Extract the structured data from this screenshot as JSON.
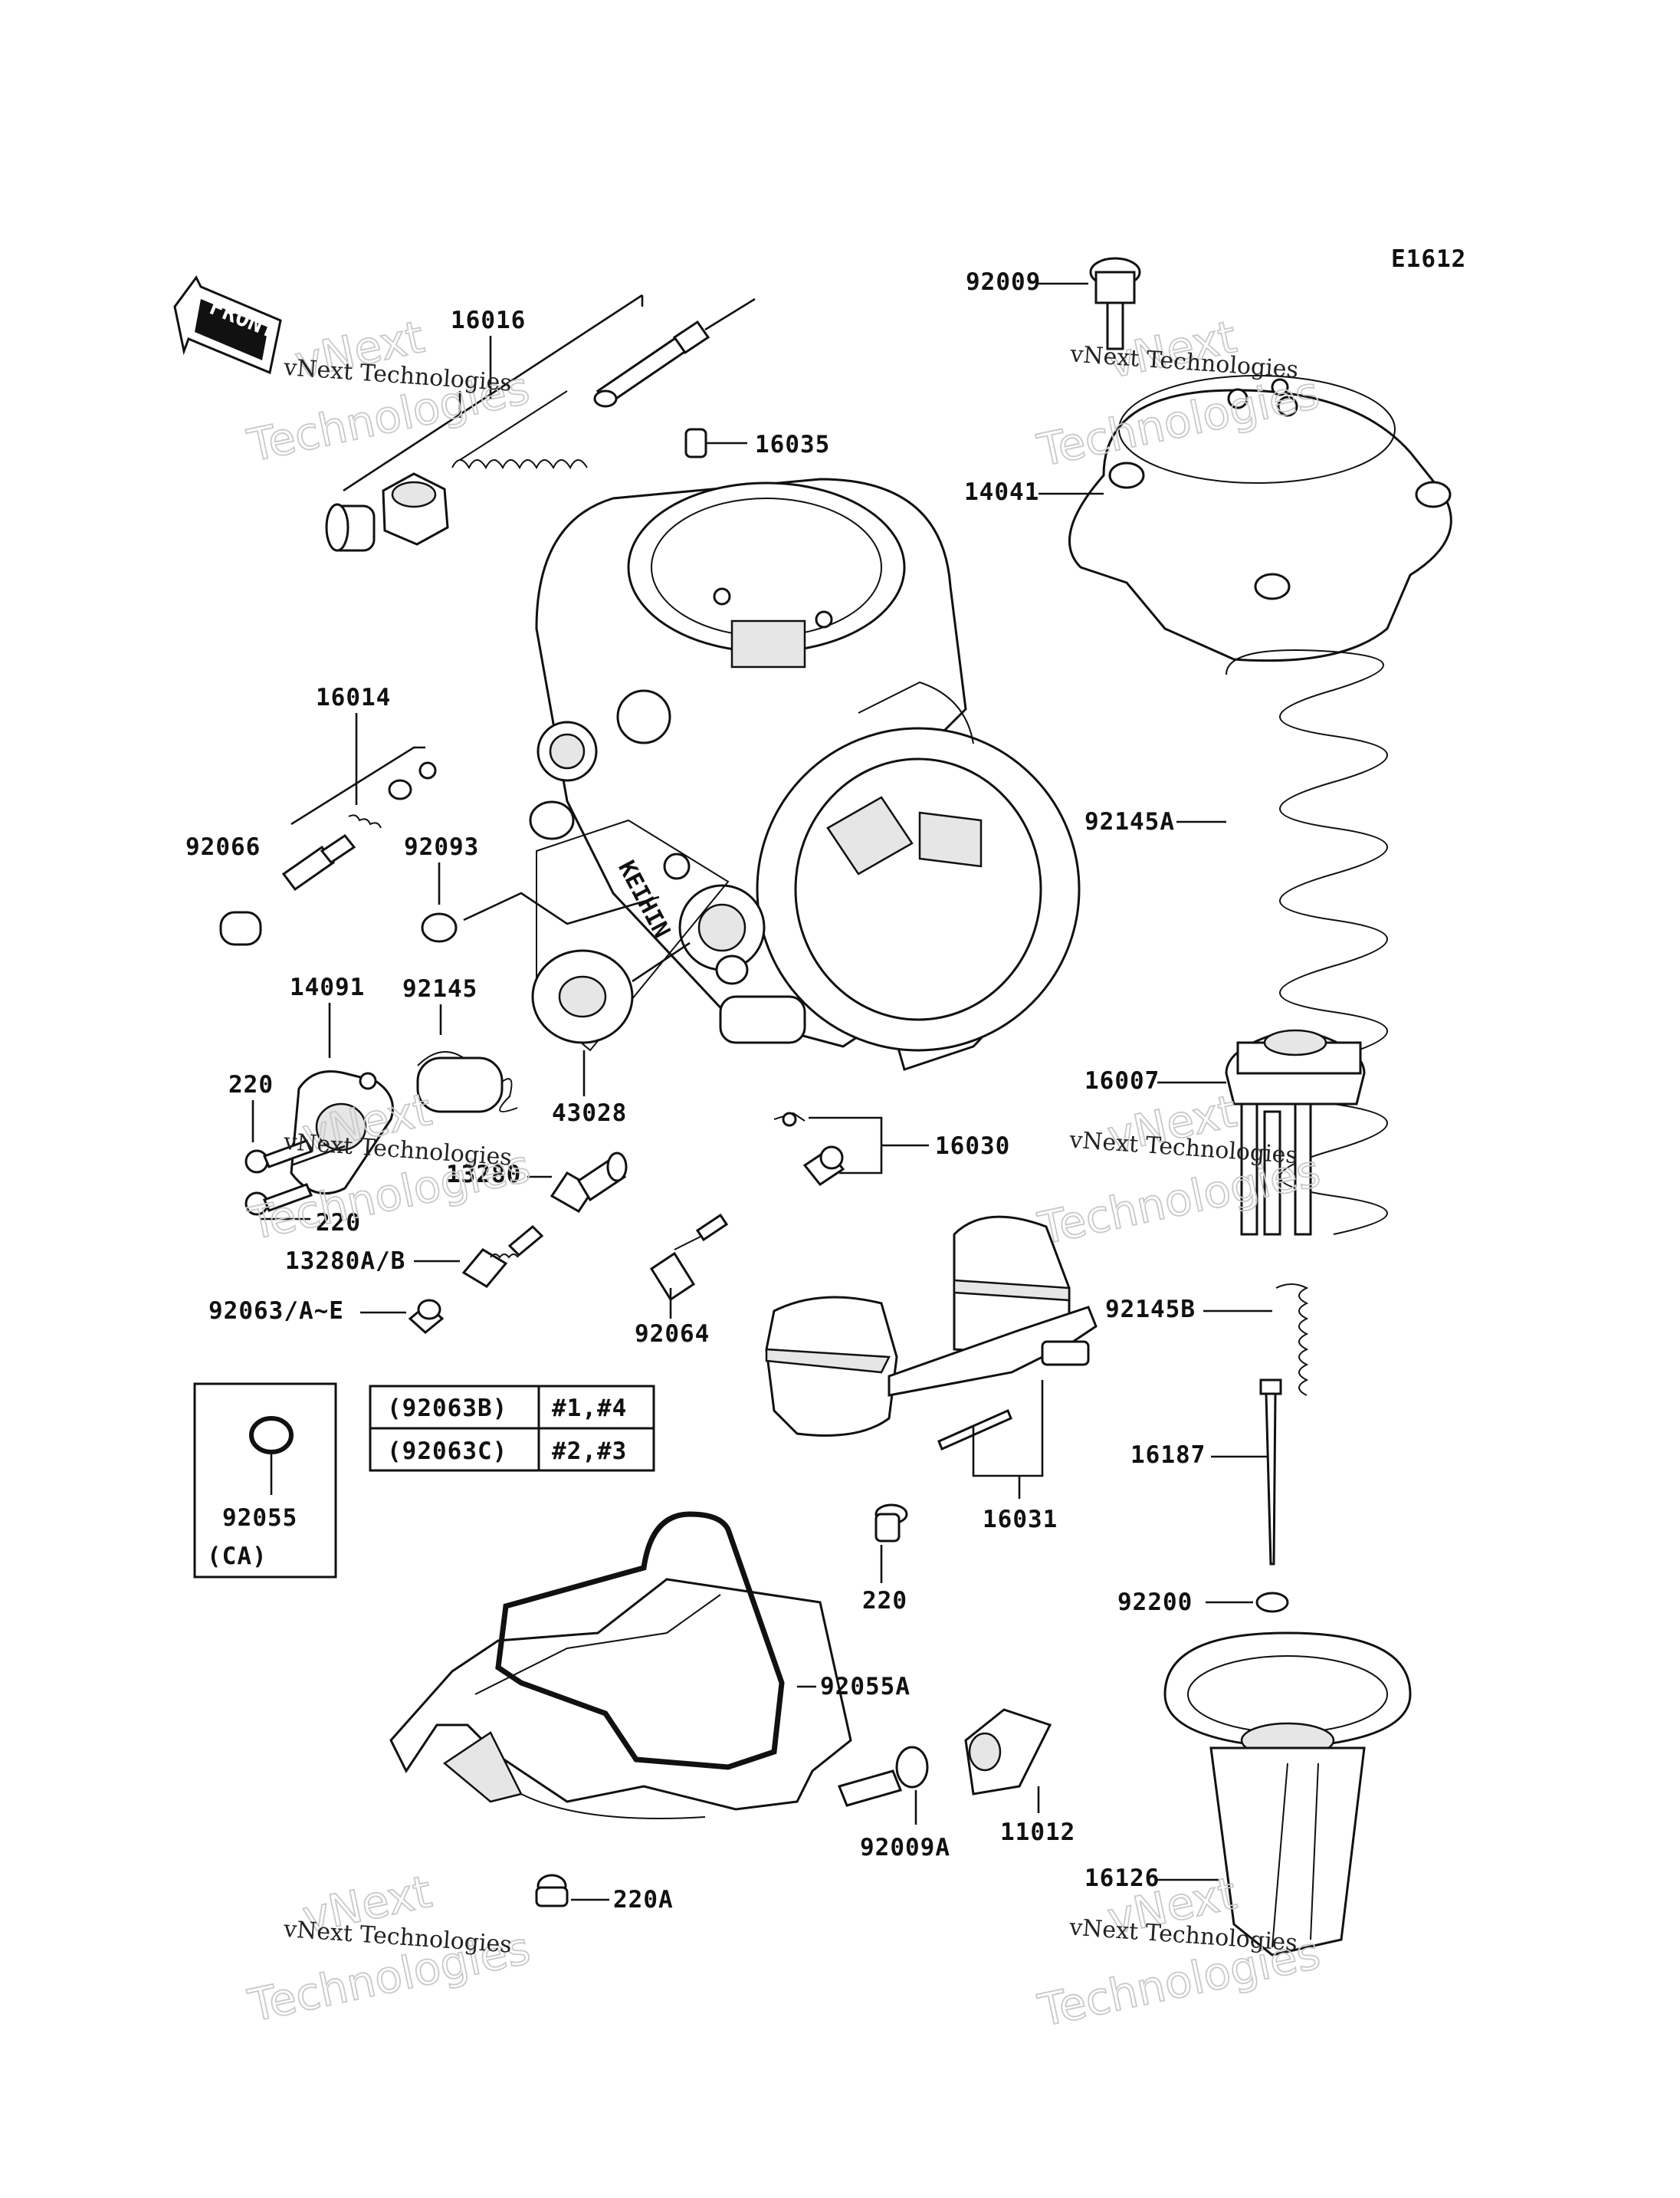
{
  "diagram_code": "E1612",
  "front_label": "FRONT",
  "watermarks": {
    "brand_small": "vNext Technologies",
    "brand_big_1": "vNext",
    "brand_big_2": "Technologies"
  },
  "parts": {
    "p92009": "92009",
    "p16016": "16016",
    "p16035": "16035",
    "p14041": "14041",
    "p16014": "16014",
    "p92066": "92066",
    "p92093": "92093",
    "p92145A": "92145A",
    "p14091": "14091",
    "p92145": "92145",
    "p220a": "220",
    "p43028": "43028",
    "p16007": "16007",
    "p16030": "16030",
    "p13280": "13280",
    "p220b": "220",
    "p13280AB": "13280A/B",
    "p92063": "92063/A~E",
    "p92064": "92064",
    "p92145B": "92145B",
    "p16187": "16187",
    "p16031": "16031",
    "p92055": "92055",
    "p92055_ca": "(CA)",
    "p220c": "220",
    "p92200": "92200",
    "p92055A": "92055A",
    "p92009A": "92009A",
    "p11012": "11012",
    "p16126": "16126",
    "p220A": "220A"
  },
  "jet_table": [
    {
      "part": "(92063B)",
      "cyl": "#1,#4"
    },
    {
      "part": "(92063C)",
      "cyl": "#2,#3"
    }
  ]
}
